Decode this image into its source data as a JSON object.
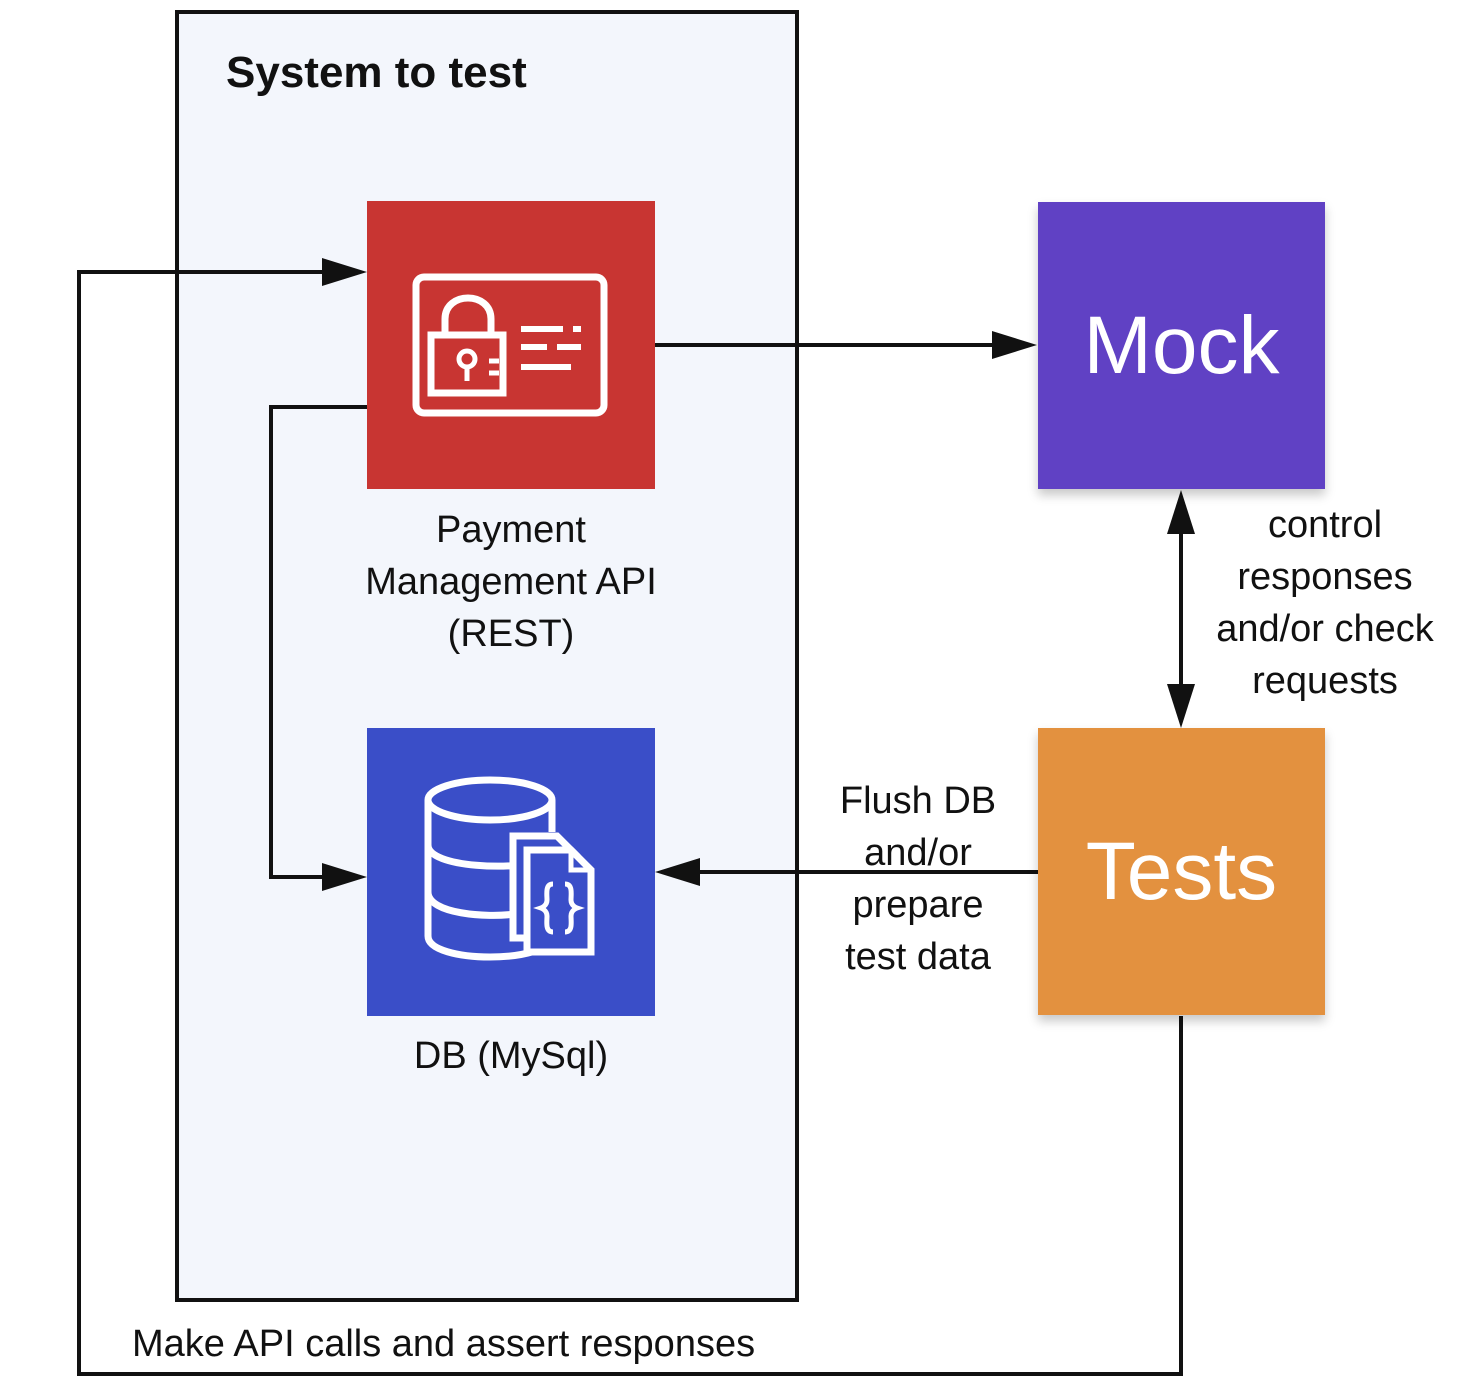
{
  "system": {
    "title": "System to test"
  },
  "nodes": {
    "api": {
      "caption_lines": [
        "Payment",
        "Management API",
        "(REST)"
      ],
      "color": "#c83532",
      "icon": "id-card-lock-icon"
    },
    "db": {
      "caption": "DB (MySql)",
      "color": "#3a4ec8",
      "icon": "database-json-icon"
    },
    "mock": {
      "label": "Mock",
      "color": "#6041c4"
    },
    "tests": {
      "label": "Tests",
      "color": "#e3913f"
    }
  },
  "edges": {
    "control_lines": [
      "control",
      "responses",
      "and/or check",
      "requests"
    ],
    "flush_lines": [
      "Flush DB",
      "and/or",
      "prepare",
      "test data"
    ],
    "make_calls": "Make API calls and assert responses"
  }
}
